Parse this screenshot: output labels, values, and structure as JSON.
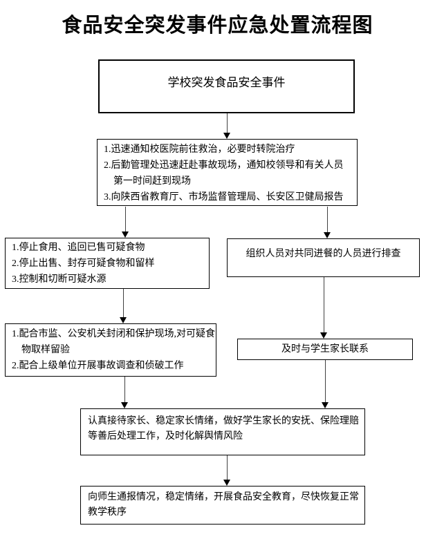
{
  "title": "食品安全突发事件应急处置流程图",
  "flow": {
    "incident": {
      "text": "学校突发食品安全事件"
    },
    "initial_response": {
      "lines": [
        "1.迅速通知校医院前往救治，必要时转院治疗",
        "2.后勤管理处迅速赶赴事故现场，通知校领导和有关人员",
        "第一时间赶到现场",
        "3.向陕西省教育厅、市场监督管理局、长安区卫健局报告"
      ]
    },
    "stop_food": {
      "lines": [
        "1.停止食用、追回已售可疑食物",
        "2.停止出售、封存可疑食物和留样",
        "3.控制和切断可疑水源"
      ]
    },
    "screen_diners": {
      "text": "组织人员对共同进餐的人员进行排查"
    },
    "investigate": {
      "lines": [
        "1.配合市监、公安机关封闭和保护现场,对可疑食",
        "物取样留验",
        "2.配合上级单位开展事故调查和侦破工作"
      ]
    },
    "contact_parents": {
      "text": "及时与学生家长联系"
    },
    "aftercare": {
      "lines": [
        "认真接待家长、稳定家长情绪，做好学生家长的安抚、保险理赔",
        "等善后处理工作，及时化解舆情风险"
      ]
    },
    "restore_order": {
      "lines": [
        "向师生通报情况，稳定情绪，开展食品安全教育，尽快恢复正常",
        "教学秩序"
      ]
    }
  },
  "colors": {
    "background": "#ffffff",
    "box_border": "#000000",
    "text": "#000000",
    "arrow_shaft": "#3f3f3f",
    "arrow_head": "#000000"
  }
}
